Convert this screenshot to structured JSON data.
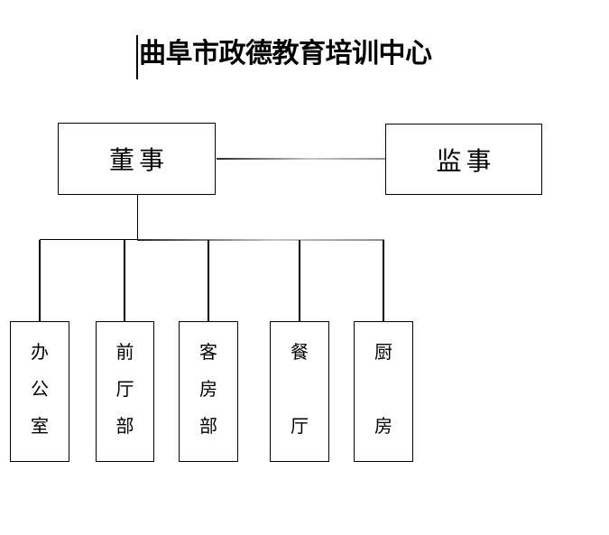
{
  "title": {
    "text": "曲阜市政德教育培训中心"
  },
  "org": {
    "board": [
      {
        "label": "董事"
      },
      {
        "label": "监事"
      }
    ],
    "departments": [
      {
        "name": "办公室",
        "lines": [
          "办",
          "公",
          "室"
        ]
      },
      {
        "name": "前厅部",
        "lines": [
          "前",
          "厅",
          "部"
        ]
      },
      {
        "name": "客房部",
        "lines": [
          "客",
          "房",
          "部"
        ]
      },
      {
        "name": "餐厅",
        "lines": [
          "餐",
          "",
          "厅"
        ]
      },
      {
        "name": "厨房",
        "lines": [
          "厨",
          "",
          "房"
        ]
      }
    ]
  },
  "colors": {
    "text": "#000000",
    "line": "#000000",
    "connector_gray": "#8f8f8f",
    "background": "#ffffff"
  }
}
